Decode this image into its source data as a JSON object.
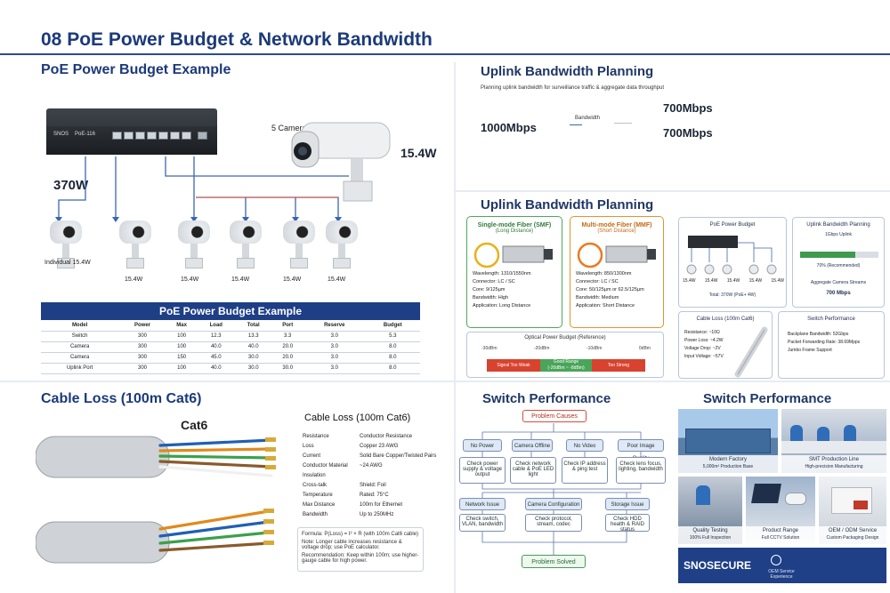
{
  "page": {
    "title": "08 PoE Power Budget & Network Bandwidth"
  },
  "poe": {
    "heading": "PoE Power Budget Example",
    "switch_label_a": "SNOS",
    "switch_label_b": "PoE-116",
    "budget": "370W",
    "camera_count": "5 Cameras",
    "camera_power": "15.4W",
    "left_cam_labels": "Individual 15.4W",
    "cam_labels": [
      "15.4W",
      "15.4W",
      "15.4W",
      "15.4W",
      "15.4W"
    ]
  },
  "table": {
    "title": "PoE Power Budget Example",
    "headers": [
      "Model",
      "Power",
      "Max",
      "Load",
      "Total",
      "Port",
      "Reserve",
      "Budget"
    ],
    "rows": [
      [
        "Switch",
        "300",
        "100",
        "12.3",
        "13.3",
        "3.3",
        "3.0",
        "5.3"
      ],
      [
        "Camera",
        "300",
        "100",
        "40.0",
        "40.0",
        "20.0",
        "3.0",
        "8.0"
      ],
      [
        "Camera",
        "300",
        "150",
        "45.0",
        "30.0",
        "20.0",
        "3.0",
        "8.0"
      ],
      [
        "Uplink Port",
        "300",
        "100",
        "40.0",
        "30.0",
        "30.0",
        "3.0",
        "8.0"
      ]
    ]
  },
  "uplink": {
    "heading": "Uplink Bandwidth Planning",
    "subtitle": "Planning uplink bandwidth for surveillance traffic & aggregate data throughput",
    "left_rate": "1000Mbps",
    "mid_label": "Bandwidth",
    "right_rate_top": "700Mbps",
    "right_rate_bottom": "700Mbps"
  },
  "uplink2": {
    "heading": "Uplink Bandwidth Planning",
    "smf_title": "Single-mode Fiber (SMF)",
    "smf_sub": "(Long Distance)",
    "smf_lines": [
      "Wavelength: 1310/1550nm",
      "Connector: LC / SC",
      "Core: 9/125µm",
      "Bandwidth: High",
      "Application: Long Distance"
    ],
    "mmf_title": "Multi-mode Fiber (MMF)",
    "mmf_sub": "(Short Distance)",
    "mmf_lines": [
      "Wavelength: 850/1300nm",
      "Connector: LC / SC",
      "Core: 50/125µm or 62.5/125µm",
      "Bandwidth: Medium",
      "Application: Short Distance"
    ],
    "budget_title": "Optical Power Budget (Reference)",
    "budget_ticks": [
      "-30dBm",
      "-20dBm",
      "-10dBm",
      "0dBm"
    ],
    "budget_segments": [
      "Signal Too Weak",
      "Good Range",
      "Too Strong"
    ],
    "budget_sub": "(-20dBm ~ -8dBm)"
  },
  "mini": {
    "poe_title": "PoE Power Budget",
    "poe_total": "Total: 370W (PoE+ 4W)",
    "poe_cams": [
      "15.4W",
      "15.4W",
      "15.4W",
      "15.4W",
      "15.4W"
    ],
    "uplink_title": "Uplink Bandwidth Planning",
    "uplink_top": "1Gbps Uplink",
    "uplink_bar": "70% (Recommended)",
    "agg_title": "Aggregate Camera Streams",
    "agg_value": "700 Mbps",
    "cable_title": "Cable Loss (100m Cat6)",
    "cable_lines": [
      "Resistance: ~10Ω",
      "Power Loss: ~4.2W",
      "Voltage Drop: ~2V",
      "Input Voltage: ~57V"
    ],
    "perf_title": "Switch Performance",
    "perf_lines": [
      "Backplane Bandwidth: 52Gbps",
      "Packet Forwarding Rate: 38.69Mpps",
      "Jumbo Frame Support"
    ]
  },
  "cable": {
    "heading": "Cable Loss (100m Cat6)",
    "cat_label": "Cat6",
    "list_title": "Cable Loss (100m Cat6)",
    "left_items": [
      "Resistance",
      "Loss",
      "Current",
      "Conductor Material",
      "Insulation",
      "Cross-talk",
      "Temperature",
      "Max Distance",
      "Bandwidth"
    ],
    "right_items": [
      "Conductor Resistance",
      "Copper 23 AWG",
      "Solid Bare Copper/Twisted Pairs",
      "~24 AWG",
      "",
      "Shield: Foil",
      "Rated: 75°C",
      "100m for Ethernet",
      "Up to 250MHz"
    ],
    "note_lines": [
      "Formula: P(Loss) = I² × R (with 100m Cat6 cable)",
      "Note: Longer cable increases resistance & voltage drop; use PoE calculator.",
      "Recommendation: Keep within 100m; use higher-gauge cable for high power."
    ]
  },
  "flow": {
    "heading": "Switch Performance",
    "root": "Problem Causes",
    "branches": [
      "No Power",
      "Camera Offline",
      "No Video",
      "Poor Image Quality"
    ],
    "checks": [
      "Check power supply & voltage output",
      "Check network cable & PoE LED light",
      "Check IP address & ping test",
      "Check lens focus, lighting, bandwidth"
    ],
    "sub": [
      "Network Issue",
      "Camera Configuration",
      "Storage Issue"
    ],
    "subchecks": [
      "Check switch, VLAN, bandwidth",
      "Check protocol, stream, codec",
      "Check HDD health & RAID status"
    ],
    "end": "Problem Solved"
  },
  "factory": {
    "heading": "Switch Performance",
    "captions": [
      "Modern Factory",
      "SMT Production Line",
      "Quality Testing",
      "Product Range",
      "OEM / ODM Service"
    ],
    "subcaptions": [
      "5,000m² Production Base",
      "High-precision Manufacturing",
      "100% Full Inspection",
      "Full CCTV Solution",
      "Custom Packaging Design"
    ],
    "brand": "SNOSECURE",
    "brand_sub": "OEM Service Experience",
    "colors": {
      "brand_bg": "#1f3f86",
      "accent": "#1c3a7a"
    }
  }
}
